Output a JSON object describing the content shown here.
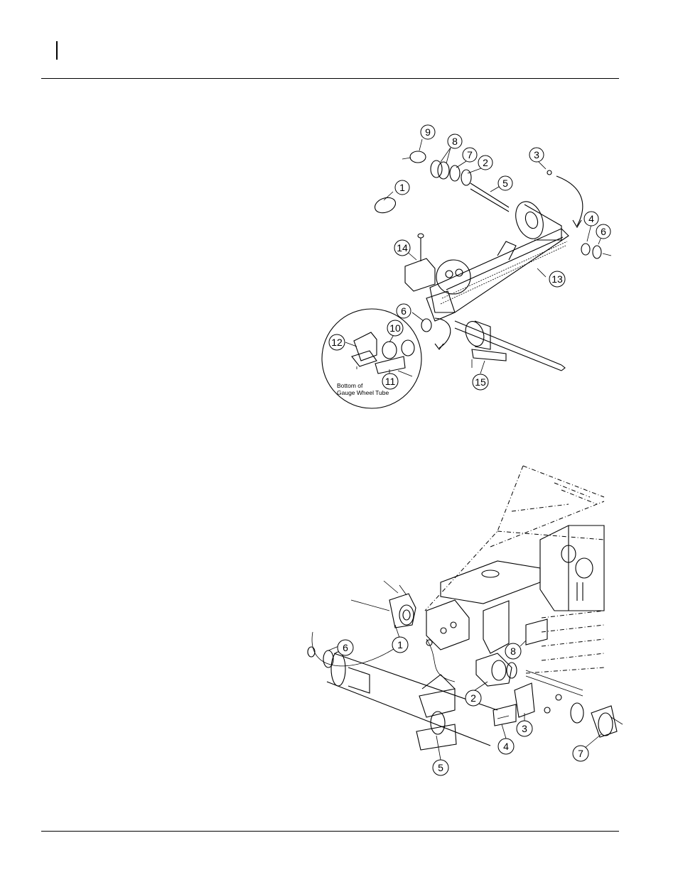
{
  "figure_top": {
    "callouts": [
      "9",
      "8",
      "7",
      "2",
      "5",
      "3",
      "1",
      "4",
      "6",
      "14",
      "13",
      "6",
      "10",
      "12",
      "11",
      "15"
    ],
    "detail_caption_line1": "Bottom of",
    "detail_caption_line2": "Gauge Wheel Tube"
  },
  "figure_bottom": {
    "callouts": [
      "1",
      "6",
      "8",
      "2",
      "3",
      "4",
      "5",
      "7"
    ]
  }
}
